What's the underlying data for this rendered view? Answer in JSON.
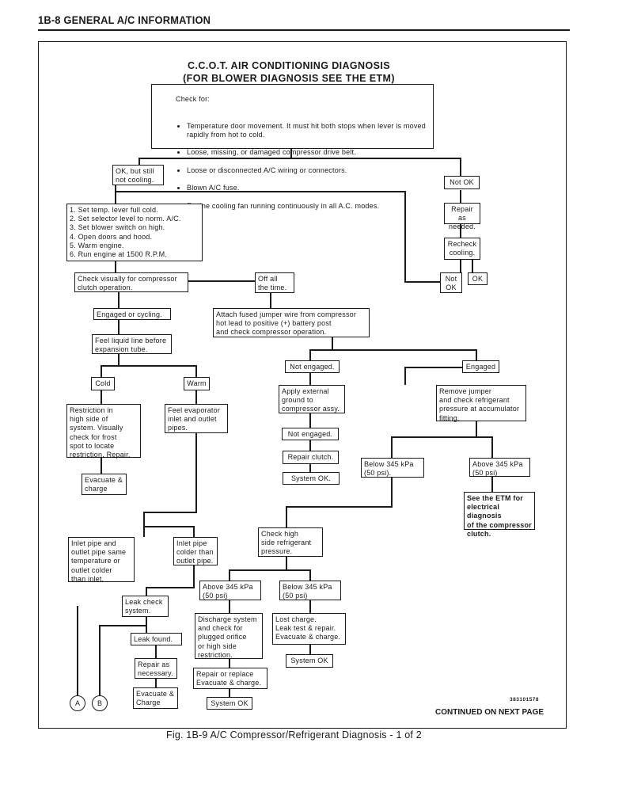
{
  "header": "1B-8 GENERAL A/C INFORMATION",
  "title_line1": "C.C.O.T. AIR CONDITIONING DIAGNOSIS",
  "title_line2": "(FOR BLOWER DIAGNOSIS SEE THE ETM)",
  "check_for": {
    "heading": "Check for:",
    "items": [
      "Temperature door movement. It must hit both stops when lever is moved rapidly from hot to cold.",
      "Loose, missing, or damaged compressor drive belt.",
      "Loose or disconnected A/C wiring or connectors.",
      "Blown A/C fuse.",
      "Engine cooling fan running continuously in all A.C. modes."
    ]
  },
  "boxes": {
    "ok_but_still": "OK, but still\nnot cooling.",
    "not_ok_top": "Not OK",
    "repair_as_needed": "Repair as\nneeded.",
    "recheck_cooling": "Recheck\ncooling.",
    "not_ok_small": "Not\nOK",
    "ok_small": "OK",
    "steps": "1. Set temp. lever full cold.\n2. Set selector level to norm. A/C.\n3. Set blower switch on high.\n4. Open doors and hood.\n5. Warm engine.\n6. Run engine at 1500 R.P.M.",
    "check_visually": "Check visually for compressor\nclutch operation.",
    "off_all_time": "Off all\nthe time.",
    "engaged_cycling": "Engaged or cycling.",
    "attach_jumper": "Attach fused jumper wire from compressor\nhot lead to positive (+) battery post\nand check compressor operation.",
    "feel_liquid_line": "Feel liquid line before\nexpansion tube.",
    "not_engaged_1": "Not engaged.",
    "engaged": "Engaged",
    "cold": "Cold",
    "warm": "Warm",
    "apply_ground": "Apply external\nground to\ncompressor assy.",
    "remove_jumper": "Remove jumper\nand check refrigerant\npressure at accumulator\nfitting.",
    "restriction": "Restriction in\nhigh side of\nsystem. Visually\ncheck for frost\nspot to locate\nrestriction. Repair.",
    "feel_evap": "Feel evaporator\ninlet and outlet\npipes.",
    "not_engaged_2": "Not engaged.",
    "repair_clutch": "Repair clutch.",
    "below_345_right": "Below 345 kPa\n(50 psi).",
    "above_345_right": "Above 345 kPa\n(50 psi)",
    "system_ok_1": "System OK.",
    "evac_charge_1": "Evacuate &\ncharge",
    "see_etm": "See the ETM for\nelectrical diagnosis\nof the compressor\nclutch.",
    "check_high_side": "Check high\nside refrigerant\npressure.",
    "inlet_same": "Inlet pipe and\noutlet pipe same\ntemperature or\noutlet colder\nthan inlet.",
    "inlet_colder": "Inlet pipe\ncolder than\noutlet pipe.",
    "above_345_mid": "Above 345 kPa\n(50 psi)",
    "below_345_mid": "Below 345 kPa\n(50 psi)",
    "leak_check": "Leak check\nsystem.",
    "discharge_system": "Discharge system\nand check for\nplugged orifice\nor high side\nrestriction.",
    "lost_charge": "Lost charge.\nLeak test & repair.\nEvacuate & charge.",
    "leak_found": "Leak found.",
    "system_ok_2": "System OK",
    "repair_necessary": "Repair as\nnecessary.",
    "repair_replace": "Repair or replace\nEvacuate & charge.",
    "evac_charge_2": "Evacuate &\nCharge",
    "system_ok_3": "System OK"
  },
  "connector_a": "A",
  "connector_b": "B",
  "drawing_code": "383101578",
  "continued": "CONTINUED ON NEXT PAGE",
  "caption": "Fig. 1B-9 A/C Compressor/Refrigerant Diagnosis - 1 of 2"
}
